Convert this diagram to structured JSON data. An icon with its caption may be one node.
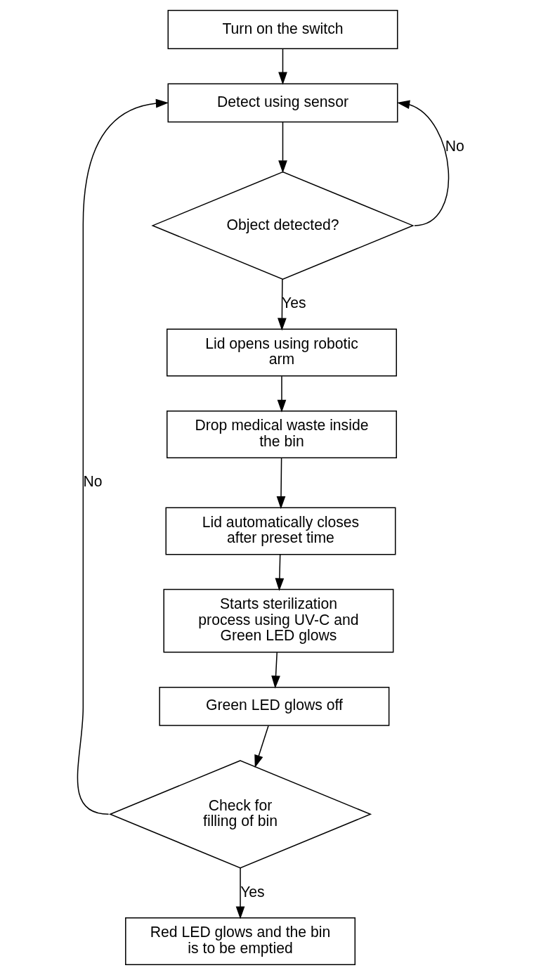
{
  "diagram": {
    "nodes": [
      {
        "text": [
          "Turn on the switch"
        ]
      },
      {
        "text": [
          "Detect using sensor"
        ]
      },
      {
        "text": [
          "Object detected?"
        ]
      },
      {
        "text": [
          "Lid opens using robotic arm"
        ]
      },
      {
        "text": [
          "Drop medical waste inside the bin"
        ]
      },
      {
        "text": [
          "Lid automatically closes after preset time"
        ]
      },
      {
        "text": [
          "Starts sterilization process using UV-C and Green LED glows"
        ]
      },
      {
        "text": [
          "Green LED glows off"
        ]
      },
      {
        "text": [
          "Check for filling of bin"
        ]
      },
      {
        "text": [
          "Red LED glows and the bin is to be emptied"
        ]
      }
    ],
    "edges": [
      {
        "from": 0,
        "to": 1,
        "arrow": "to"
      },
      {
        "from": 1,
        "to": 2,
        "arrow": "to"
      },
      {
        "from": 2,
        "to": 3,
        "arrow": "to",
        "label": "Yes"
      },
      {
        "from": 2,
        "to": 1,
        "arrow": "to",
        "label": "No"
      },
      {
        "from": 3,
        "to": 4,
        "arrow": "to"
      },
      {
        "from": 4,
        "to": 5,
        "arrow": "to"
      },
      {
        "from": 5,
        "to": 6,
        "arrow": "to"
      },
      {
        "from": 6,
        "to": 7,
        "arrow": "to"
      },
      {
        "from": 7,
        "to": 8,
        "arrow": "to"
      },
      {
        "from": 8,
        "to": 9,
        "arrow": "to",
        "label": "Yes"
      },
      {
        "from": 8,
        "to": 1,
        "arrow": "to",
        "label": "No"
      }
    ]
  }
}
